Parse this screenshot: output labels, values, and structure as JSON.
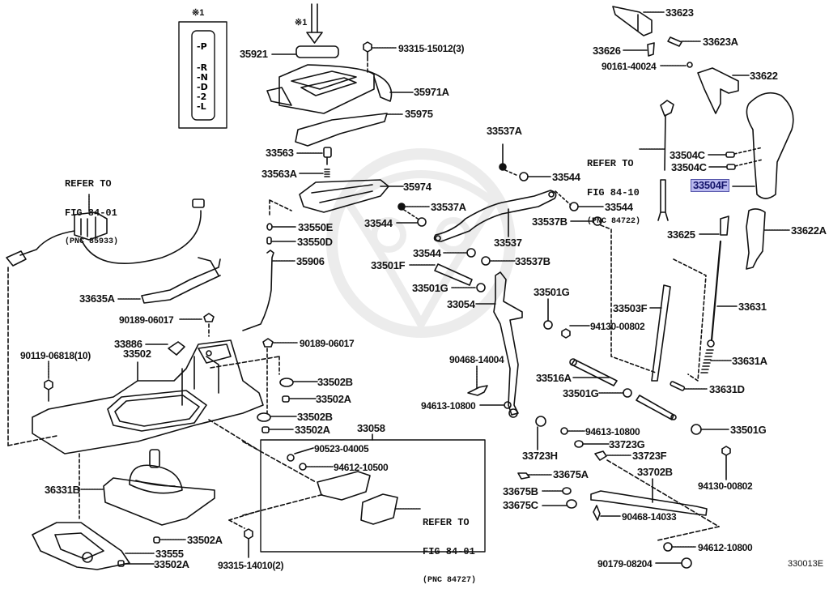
{
  "figure_id": "330013E",
  "highlight_color": "#b8b8ee",
  "note_symbol": "※1",
  "gear_indicator": {
    "note": "※1",
    "positions": [
      "P",
      "R",
      "N",
      "D",
      "2",
      "L"
    ]
  },
  "references": [
    {
      "line1": "REFER TO",
      "line2": "FIG 84-01",
      "line3": "(PNC 85933)"
    },
    {
      "line1": "REFER TO",
      "line2": "FIG 84-10",
      "line3": "(PNC 84722)"
    },
    {
      "line1": "REFER TO",
      "line2": "FIG 84-01",
      "line3": "(PNC 84727)"
    }
  ],
  "labels": {
    "p35921": "35921",
    "p93315_15012": "93315-15012(3)",
    "p35971A": "35971A",
    "p35975": "35975",
    "p33563": "33563",
    "p33563A": "33563A",
    "p35974": "35974",
    "p33550E": "33550E",
    "p33550D": "33550D",
    "p35906": "35906",
    "p33635A": "33635A",
    "p90189_a": "90189-06017",
    "p90189_b": "90189-06017",
    "p33886": "33886",
    "p33502": "33502",
    "p90119": "90119-06818(10)",
    "p33502B_a": "33502B",
    "p33502A_a": "33502A",
    "p33502B_b": "33502B",
    "p33502A_b": "33502A",
    "p33058": "33058",
    "p90523": "90523-04005",
    "p94612_10500": "94612-10500",
    "p36331B": "36331B",
    "p33502A_c": "33502A",
    "p33555": "33555",
    "p33502A_d": "33502A",
    "p93315_14010": "93315-14010(2)",
    "p33537A_a": "33537A",
    "p33544_a": "33544",
    "p33537A_b": "33537A",
    "p33544_b": "33544",
    "p33544_c": "33544",
    "p33537B_a": "33537B",
    "p33537": "33537",
    "p33544_d": "33544",
    "p33537B_b": "33537B",
    "p33501F": "33501F",
    "p33501G_a": "33501G",
    "p33054": "33054",
    "p33501G_b": "33501G",
    "p94130_a": "94130-00802",
    "p90468_14004": "90468-14004",
    "p94613_a": "94613-10800",
    "p33516A": "33516A",
    "p33501G_c": "33501G",
    "p33503F": "33503F",
    "p33723H": "33723H",
    "p94613_b": "94613-10800",
    "p33723G": "33723G",
    "p33723F": "33723F",
    "p33675A": "33675A",
    "p33675B": "33675B",
    "p33675C": "33675C",
    "p33702B": "33702B",
    "p90468_14033": "90468-14033",
    "p94612_10800": "94612-10800",
    "p90179": "90179-08204",
    "p33501G_d": "33501G",
    "p94130_b": "94130-00802",
    "p33623": "33623",
    "p33626": "33626",
    "p33623A": "33623A",
    "p90161": "90161-40024",
    "p33622": "33622",
    "p33504C_a": "33504C",
    "p33504C_b": "33504C",
    "p33504F": "33504F",
    "p33625": "33625",
    "p33622A": "33622A",
    "p33631": "33631",
    "p33631A": "33631A",
    "p33631D": "33631D"
  }
}
